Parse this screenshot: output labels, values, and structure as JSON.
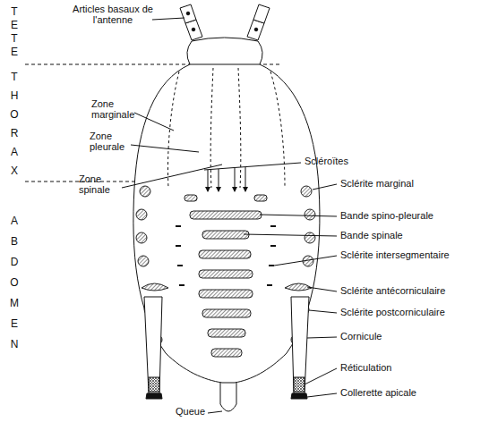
{
  "diagram": {
    "labels": [
      "TETE",
      "THORAX",
      "ABDOMEN",
      "Articles basaux de l'antenne",
      "Zone marginale",
      "Zone pleurale",
      "Zone spinale",
      "Scléroïtes",
      "Sclérite marginal",
      "Bande spino-pleurale",
      "Bande spinale",
      "Sclérite intersegmentaire",
      "Sclérite antécorniculaire",
      "Sclérite postcorniculaire",
      "Cornicule",
      "Réticulation",
      "Collerette apicale",
      "Queue"
    ]
  }
}
